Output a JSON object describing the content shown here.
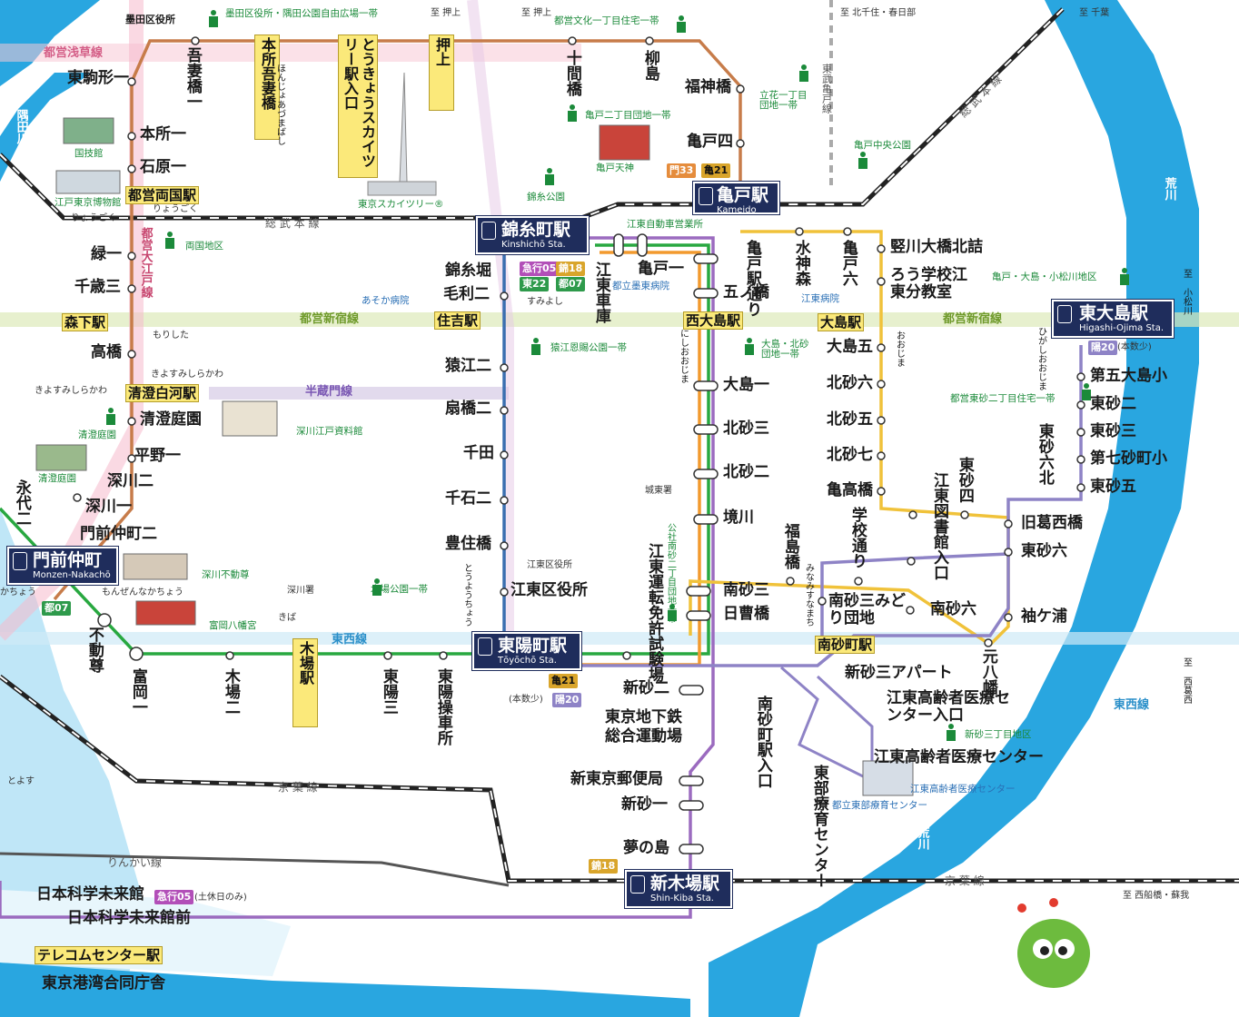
{
  "colors": {
    "water": "#29a6e0",
    "tozai": "#28a840",
    "oedo": "#d97b9b",
    "asakusa": "#f4b0c4",
    "shinjuku": "#c3d88d",
    "hanzomon": "#a593c9",
    "kita_route": "#c77c4a",
    "blue_route": "#3b6fb0",
    "purple_route": "#9b6bbf",
    "yellow_route": "#f0c23a",
    "orange_route": "#f29a2e",
    "lav_route": "#8e83c6",
    "hub_navy": "#1f2d5c"
  },
  "hubs": {
    "kameido": {
      "jp": "亀戸駅",
      "en": "Kameido Sta."
    },
    "kinshicho": {
      "jp": "錦糸町駅",
      "en": "Kinshichō Sta."
    },
    "toyocho": {
      "jp": "東陽町駅",
      "en": "Tōyōchō Sta."
    },
    "shinkiba": {
      "jp": "新木場駅",
      "en": "Shin-Kiba Sta."
    },
    "higashiojima": {
      "jp": "東大島駅",
      "en": "Higashi-Ojima Sta."
    },
    "monzen": {
      "jp": "門前仲町",
      "en": "Monzen-Nakachō"
    }
  },
  "subway_lines": {
    "asakusa": "都営浅草線",
    "oedo": "都営大江戸線",
    "shinjuku_w": "都営新宿線",
    "shinjuku_e": "都営新宿線",
    "hanzomon": "半蔵門線",
    "tozai_w": "東西線",
    "tozai_e": "東西線",
    "sobu": "総 武 本 線",
    "keiyo_w": "京 葉 線",
    "keiyo_e": "京 葉 線",
    "rinkai": "りんかい線",
    "tobu": "東武亀戸線",
    "sobu_ne": "総 武 本 線"
  },
  "directions": {
    "oshiage": "至 押上",
    "oshiage2": "至 押上",
    "kitasenju": "至 北千住・春日部",
    "chiba": "至 千葉",
    "nishikasai": "至 西葛西",
    "matsudo": "至 西船橋・蘇我",
    "komatsu": "至 小松川"
  },
  "rivers": {
    "sumida": "隅田川",
    "ara1": "荒川",
    "ara2": "荒川"
  },
  "ybox": {
    "ryogoku": "都営両国駅",
    "morishita": "森下駅",
    "kiyosumi": "清澄白河駅",
    "sumiyoshi": "住吉駅",
    "nishiojima": "西大島駅",
    "ojima": "大島駅",
    "minamisuna": "南砂町駅",
    "kiba": "木場駅",
    "oshiage_v": "押上",
    "honjo": "本所吾妻橋",
    "skytree": "とうきょうスカイツリー駅入口",
    "telecom": "テレコムセンター駅"
  },
  "kana": {
    "ryogoku": "りょうごく",
    "morishita": "もりした",
    "kiyosumi1": "きよすみしらかわ",
    "kiyosumi2": "きよすみしらかわ",
    "sumiyoshi": "すみよし",
    "nishiojima": "にしおおじま",
    "ojima": "おおじま",
    "higashiojima": "ひがしおおじま",
    "minamisuna": "みなみすなまち",
    "kiba": "きば",
    "toyocho": "とうようちょう",
    "honjo": "ほんじょあづまばし",
    "monzen": "もんぜんなかちょう",
    "monzen2": "かちょう",
    "ryogoku2": "りょうごく"
  },
  "stops": {
    "sumida_ward": "墨田区役所",
    "azuma1": "吾妻橋一",
    "higashikomagata": "東駒形一",
    "honjo1": "本所一",
    "ishiwara1": "石原一",
    "midori1": "緑一",
    "chitose3": "千歳三",
    "takahashi": "高橋",
    "kiyosumi_park": "清澄庭園",
    "hirano1": "平野一",
    "fukagawa2": "深川二",
    "fukagawa1": "深川一",
    "monzen2": "門前仲町二",
    "eitai2": "永代二",
    "fudoson": "不動尊",
    "tomioka1": "富岡一",
    "kiba2": "木場二",
    "toyo3": "東陽三",
    "toyo_depot": "東陽操車所",
    "jikken": "十間橋",
    "yanagishima": "柳島",
    "fukujin": "福神橋",
    "kameido4": "亀戸四",
    "kinshibori": "錦糸堀",
    "mori2": "毛利二",
    "sarue2": "猿江二",
    "ogibashi2": "扇橋二",
    "senda": "千田",
    "sengoku2": "千石二",
    "toyosumi": "豊住橋",
    "koto_ward": "江東区役所",
    "koto_depot": "江東車庫",
    "kameido1": "亀戸一",
    "kameido_dori": "亀戸駅通り",
    "gonohashi": "五ノ橋",
    "ojima1": "大島一",
    "kitasuna3": "北砂三",
    "kitasuna2": "北砂二",
    "sakaigawa": "境川",
    "minamisuna3": "南砂三",
    "hiwashi": "日曹橋",
    "shinsuna2": "新砂二",
    "subway_depot": "東京地下鉄総合運動場",
    "post": "新東京郵便局",
    "shinsuna1": "新砂一",
    "yumenoshima": "夢の島",
    "license": "江東運転免許試験場",
    "suijin": "水神森",
    "kameido6": "亀戸六",
    "ojima5": "大島五",
    "kitasuna6": "北砂六",
    "kitasuna5": "北砂五",
    "kitasuna7": "北砂七",
    "kametaka": "亀高橋",
    "tatekawa": "竪川大橋北詰",
    "rogakko": "ろう学校江東分教室",
    "library": "江東図書館入口",
    "higashisuna4": "東砂四",
    "kyukasai": "旧葛西橋",
    "higashisuna6": "東砂六",
    "sodegaura": "袖ケ浦",
    "motohachiman": "元八幡",
    "minamisuna6": "南砂六",
    "gakko": "学校通り",
    "fukushima": "福島橋",
    "midori_danchi": "南砂三みどり団地",
    "shinsuna3": "新砂三アパート",
    "koreisha_iriguchi": "江東高齢者医療センター入口",
    "koreisha": "江東高齢者医療センター",
    "minamisuna_iriguchi": "南砂町駅入口",
    "tobu_center": "東部療育センター",
    "ojimasho5": "第五大島小",
    "higashisuna2": "東砂二",
    "higashisuna3": "東砂三",
    "kitasuna7sho": "第七砂町小",
    "higashisuna5": "東砂五",
    "higashisuna6kita": "東砂六北",
    "miraikan": "日本科学未来館",
    "miraikanmae": "日本科学未来館前",
    "kowan": "東京港湾合同庁舎",
    "kameido_nakacho": "亀戸・大島・小松川地区"
  },
  "landmarks": {
    "kokugikan": "国技館",
    "edotokyo": "江戸東京博物館",
    "skytree": "東京スカイツリー®",
    "kameido_tenjin": "亀戸天神",
    "kinshi_park": "錦糸公園",
    "fukagawa_edo": "深川江戸資料館",
    "fudo": "深川不動尊",
    "hachimangu": "富岡八幡宮",
    "kiyosumi_garden": "清澄庭園",
    "kiyosumi_garden2": "清澄庭園",
    "kotobyoin": "江東病院",
    "asoka": "あそか病院",
    "bokuto": "都立墨東病院",
    "koto_jido": "江東自動車営業所",
    "johokushoshi": "城東署",
    "fukagawasho": "深川署",
    "koto_ward_sm": "江東区役所",
    "koreisha_bldg": "江東高齢者医療センター",
    "ryoiku_bldg": "都立東部療育センター"
  },
  "areas": {
    "sumida_park": "墨田区役所・隅田公園自由広場一帯",
    "bunka": "都営文化一丁目住宅一帯",
    "tatekawa_area": "立花一丁目団地一帯",
    "kameido2": "亀戸二丁目団地一帯",
    "kameido_central": "亀戸中央公園",
    "ryogoku_area": "両国地区",
    "sarue_park": "猿江恩賜公園一帯",
    "ojima_kitasuna": "大島・北砂団地一帯",
    "higashisuna2_area": "都営東砂二丁目住宅一帯",
    "kiba_park": "木場公園一帯",
    "minamisuna2": "公社南砂二丁目団地一帯",
    "shinsuna3_area": "新砂三丁目地区",
    "kameido_oshima": "亀戸・大島・小松川地区"
  },
  "route_tags": {
    "kyuko05": "急行05",
    "kin18": "錦18",
    "to22": "東22",
    "to07": "都07",
    "mon33": "門33",
    "kame21": "亀21",
    "kame21b": "亀21",
    "yo20": "陽20",
    "yo20b": "陽20",
    "kin18b": "錦18",
    "to07b": "都07",
    "kyuko05b": "急行05"
  },
  "notes": {
    "honsu_shoh": "(本数少)",
    "honsu_shoh2": "(本数少)",
    "doyou": "(土休日のみ)",
    "tatekawa_station": "とよす",
    "ryogoku_kana": "りょうごく"
  }
}
